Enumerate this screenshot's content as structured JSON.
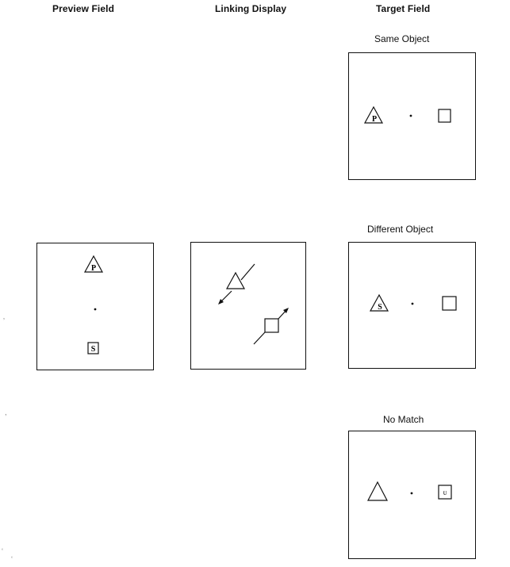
{
  "headers": {
    "preview": "Preview Field",
    "linking": "Linking Display",
    "target": "Target Field"
  },
  "conditions": {
    "same": "Same Object",
    "different": "Different Object",
    "no_match": "No Match"
  },
  "letters": {
    "preview_triangle": "P",
    "preview_square": "S",
    "same_triangle": "P",
    "same_square": "",
    "different_triangle": "S",
    "different_square": "",
    "no_match_triangle": "",
    "no_match_square": "ᴜ"
  },
  "marks": [
    "ʼ",
    ",",
    "ʻ",
    "‘"
  ]
}
